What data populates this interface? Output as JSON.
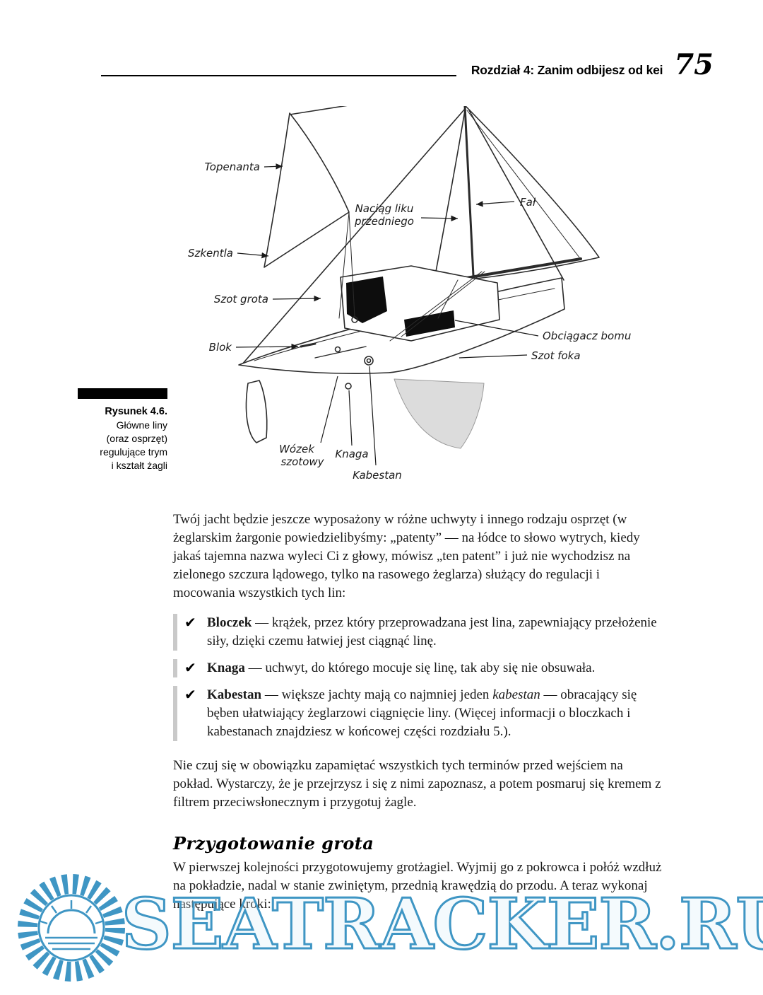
{
  "colors": {
    "watermark_blue": "#3f96c4",
    "caption_bar": "#000000",
    "list_bar_gray": "#c9c9c9"
  },
  "header": {
    "chapter": "Rozdział 4: Zanim odbijesz od kei",
    "page_number": "75"
  },
  "figure": {
    "caption": {
      "title": "Rysunek 4.6.",
      "lines": [
        "Główne liny",
        "(oraz osprzęt)",
        "regulujące trym",
        "i kształt żagli"
      ]
    },
    "labels": {
      "topenanta": "Topenanta",
      "naciag_line1": "Naciąg liku",
      "naciag_line2": "przedniego",
      "fal": "Fał",
      "szkentla": "Szkentla",
      "szot_grota": "Szot grota",
      "obciagacz_bomu": "Obciągacz bomu",
      "blok": "Blok",
      "szot_foka": "Szot foka",
      "wozek_line1": "Wózek",
      "wozek_line2": "szotowy",
      "knaga": "Knaga",
      "kabestan": "Kabestan"
    }
  },
  "content": {
    "intro": "Twój jacht będzie jeszcze wyposażony w różne uchwyty i innego rodzaju osprzęt (w żeglarskim żargonie powiedzielibyśmy: „patenty” — na łódce to słowo wytrych, kiedy jakaś tajemna nazwa wyleci Ci z głowy, mówisz „ten patent” i już nie wychodzisz na zielonego szczura lądowego, tylko na rasowego żeglarza) służący do regulacji i mocowania wszystkich tych lin:",
    "list": [
      {
        "term": "Bloczek",
        "text": " — krążek, przez który przeprowadzana jest lina, zapewniający przełożenie siły, dzięki czemu łatwiej jest ciągnąć linę."
      },
      {
        "term": "Knaga",
        "text": " — uchwyt, do którego mocuje się linę, tak aby się nie obsuwała."
      },
      {
        "term": "Kabestan",
        "text1": " — większe jachty mają co najmniej jeden ",
        "italic": "kabestan",
        "text2": " — obracający się bęben ułatwiający żeglarzowi ciągnięcie liny. (Więcej informacji o bloczkach i kabestanach znajdziesz w końcowej części rozdziału 5.)."
      }
    ],
    "note": "Nie czuj się w obowiązku zapamiętać wszystkich tych terminów przed wejściem na pokład. Wystarczy, że je przejrzysz i się z nimi zapoznasz, a potem posmaruj się kremem z filtrem przeciwsłonecznym i przygotuj żagle.",
    "section_heading": "Przygotowanie grota",
    "prep": "W pierwszej kolejności przygotowujemy grotżagiel. Wyjmij go z pokrowca i połóż wzdłuż na pokładzie, nadal w stanie zwiniętym, przednią krawędzią do przodu. A teraz wykonaj następujące kroki:"
  },
  "watermark": {
    "text": "SEATRACKER.RU"
  }
}
